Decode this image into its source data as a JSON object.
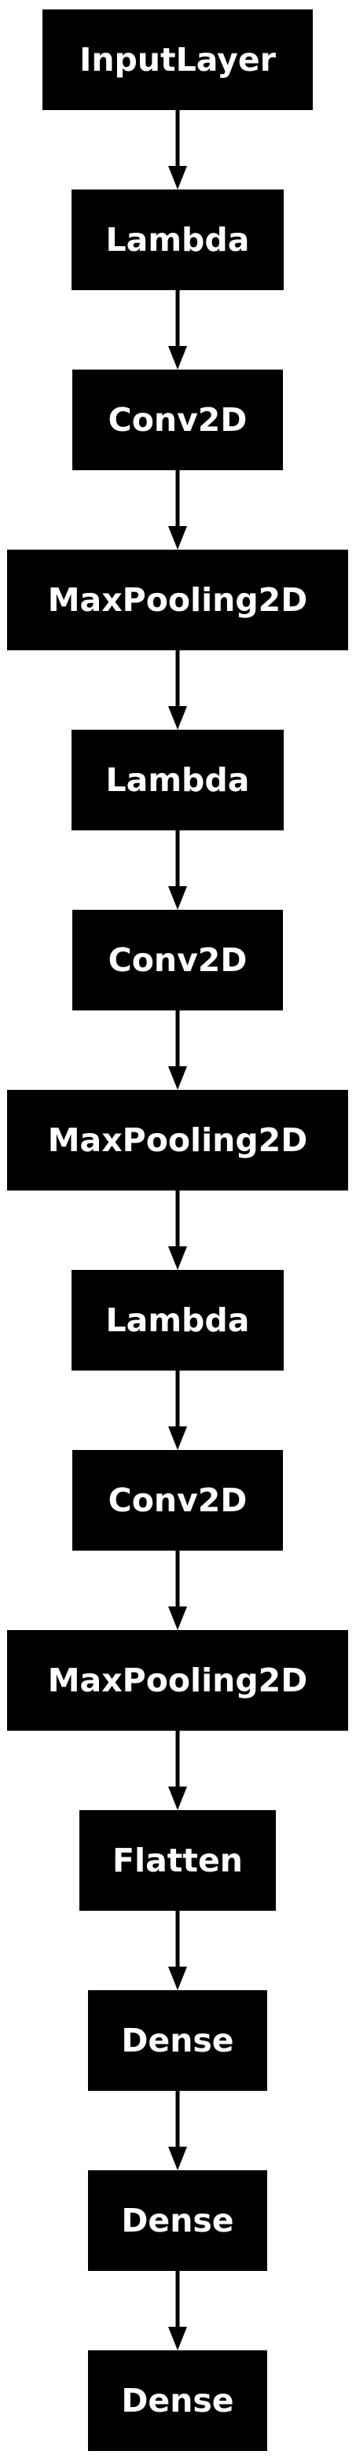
{
  "diagram": {
    "type": "flowchart",
    "direction": "top-to-bottom",
    "node_color": "#000000",
    "label_color": "#ffffff",
    "background": "#ffffff",
    "nodes": [
      {
        "id": "n1",
        "label": "InputLayer"
      },
      {
        "id": "n2",
        "label": "Lambda"
      },
      {
        "id": "n3",
        "label": "Conv2D"
      },
      {
        "id": "n4",
        "label": "MaxPooling2D"
      },
      {
        "id": "n5",
        "label": "Lambda"
      },
      {
        "id": "n6",
        "label": "Conv2D"
      },
      {
        "id": "n7",
        "label": "MaxPooling2D"
      },
      {
        "id": "n8",
        "label": "Lambda"
      },
      {
        "id": "n9",
        "label": "Conv2D"
      },
      {
        "id": "n10",
        "label": "MaxPooling2D"
      },
      {
        "id": "n11",
        "label": "Flatten"
      },
      {
        "id": "n12",
        "label": "Dense"
      },
      {
        "id": "n13",
        "label": "Dense"
      },
      {
        "id": "n14",
        "label": "Dense"
      }
    ],
    "edges": [
      {
        "from": "n1",
        "to": "n2"
      },
      {
        "from": "n2",
        "to": "n3"
      },
      {
        "from": "n3",
        "to": "n4"
      },
      {
        "from": "n4",
        "to": "n5"
      },
      {
        "from": "n5",
        "to": "n6"
      },
      {
        "from": "n6",
        "to": "n7"
      },
      {
        "from": "n7",
        "to": "n8"
      },
      {
        "from": "n8",
        "to": "n9"
      },
      {
        "from": "n9",
        "to": "n10"
      },
      {
        "from": "n10",
        "to": "n11"
      },
      {
        "from": "n11",
        "to": "n12"
      },
      {
        "from": "n12",
        "to": "n13"
      },
      {
        "from": "n13",
        "to": "n14"
      }
    ]
  }
}
